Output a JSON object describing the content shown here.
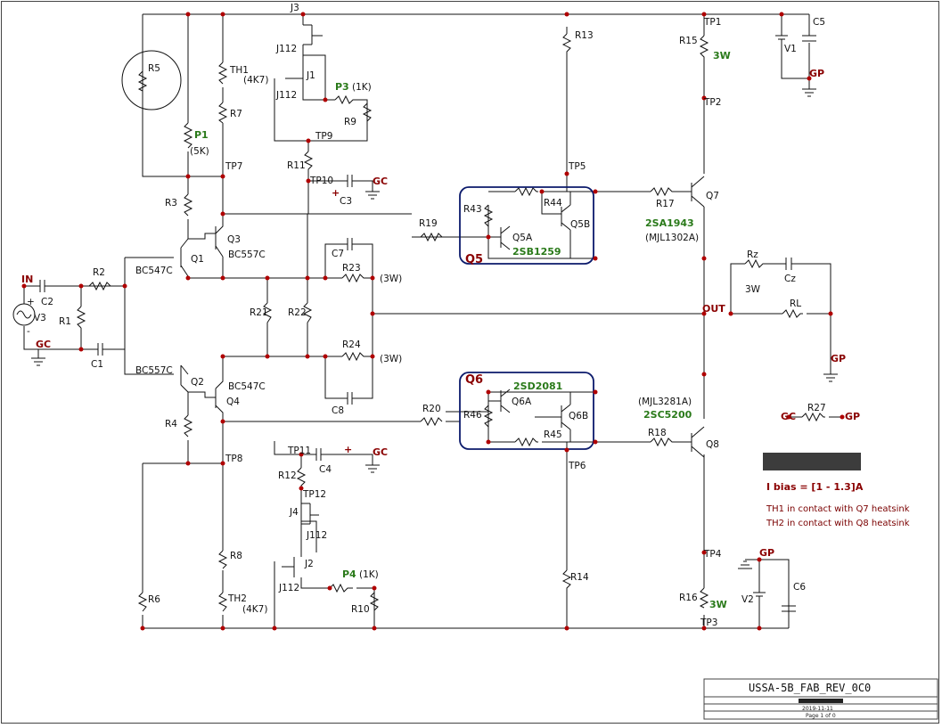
{
  "labels": {
    "in": "IN",
    "gc_in": "GC",
    "out": "OUT",
    "gp_out": "GP",
    "gc_pwr": "GC",
    "gp_pwr": "GP",
    "gc_top": "GC",
    "gc_bot": "GC",
    "gp_tr": "GP",
    "gp_br": "GP",
    "v1": "V1",
    "v2": "V2",
    "v3": "V3",
    "plus_top": "+",
    "plus_bot": "+",
    "minus_v3": "-",
    "plus_v3": "+"
  },
  "resistors": {
    "r1": "R1",
    "r2": "R2",
    "r3": "R3",
    "r4": "R4",
    "r5": "R5",
    "r6": "R6",
    "r7": "R7",
    "r8": "R8",
    "r9": "R9",
    "r10": "R10",
    "r11": "R11",
    "r12": "R12",
    "r13": "R13",
    "r14": "R14",
    "r15": "R15",
    "r16": "R16",
    "r17": "R17",
    "r18": "R18",
    "r19": "R19",
    "r20": "R20",
    "r21": "R21",
    "r22": "R22",
    "r23": "R23",
    "r24": "R24",
    "r27": "R27",
    "r43": "R43",
    "r44": "R44",
    "r45": "R45",
    "r46": "R46",
    "rz": "Rz",
    "rl": "RL",
    "th1": "TH1",
    "th2": "TH2",
    "p1": "P1",
    "p3": "P3",
    "p4": "P4"
  },
  "values": {
    "p1_val": "(5K)",
    "p3_val": "(1K)",
    "p4_val": "(1K)",
    "th1_val": "(4K7)",
    "th2_val": "(4K7)",
    "r15_w": "3W",
    "r16_w": "3W",
    "r23_w": "(3W)",
    "r24_w": "(3W)",
    "rz_w": "3W"
  },
  "capacitors": {
    "c1": "C1",
    "c2": "C2",
    "c3": "C3",
    "c4": "C4",
    "c5": "C5",
    "c6": "C6",
    "c7": "C7",
    "c8": "C8",
    "cz": "Cz"
  },
  "transistors": {
    "q1": "Q1",
    "q1_part": "BC547C",
    "q2": "Q2",
    "q2_part": "BC557C",
    "q3": "Q3",
    "q3_part": "BC557C",
    "q4": "Q4",
    "q4_part": "BC547C",
    "q5": "Q5",
    "q5a": "Q5A",
    "q5b": "Q5B",
    "q5_part": "2SB1259",
    "q6": "Q6",
    "q6a": "Q6A",
    "q6b": "Q6B",
    "q6_part": "2SD2081",
    "q7": "Q7",
    "q7_part": "2SA1943",
    "q7_alt": "(MJL1302A)",
    "q8": "Q8",
    "q8_part": "2SC5200",
    "q8_alt": "(MJL3281A)",
    "j1": "J1",
    "j2": "J2",
    "j3": "J3",
    "j4": "J4",
    "j112": "J112"
  },
  "testpoints": {
    "tp1": "TP1",
    "tp2": "TP2",
    "tp3": "TP3",
    "tp4": "TP4",
    "tp5": "TP5",
    "tp6": "TP6",
    "tp7": "TP7",
    "tp8": "TP8",
    "tp9": "TP9",
    "tp10": "TP10",
    "tp11": "TP11",
    "tp12": "TP12"
  },
  "notes": {
    "ibias": "I bias = [1 - 1.3]A",
    "th1": "TH1 in contact with Q7 heatsink",
    "th2": "TH2 in contact with Q8 heatsink"
  },
  "titleblock": {
    "title": "USSA-5B_FAB_REV_0C0",
    "page": "Page 1 of 0",
    "date": "2019-11-11"
  }
}
